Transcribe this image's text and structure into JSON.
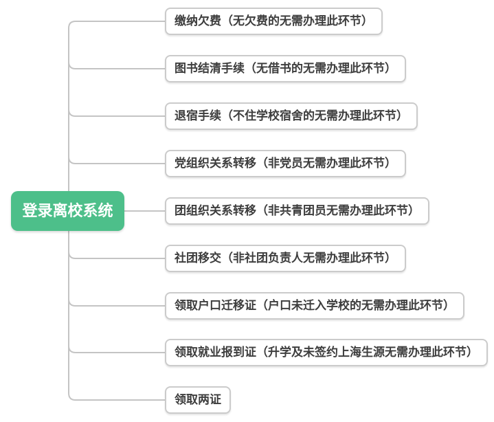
{
  "root": {
    "label": "登录离校系统"
  },
  "branches": [
    {
      "label": "缴纳欠费（无欠费的无需办理此环节）"
    },
    {
      "label": "图书结清手续（无借书的无需办理此环节）"
    },
    {
      "label": "退宿手续（不住学校宿舍的无需办理此环节）"
    },
    {
      "label": "党组织关系转移（非党员无需办理此环节）"
    },
    {
      "label": "团组织关系转移（非共青团员无需办理此环节）"
    },
    {
      "label": "社团移交（非社团负责人无需办理此环节）"
    },
    {
      "label": "领取户口迁移证（户口未迁入学校的无需办理此环节）"
    },
    {
      "label": "领取就业报到证（升学及未签约上海生源无需办理此环节）"
    },
    {
      "label": "领取两证"
    }
  ],
  "colors": {
    "accent_green": "#4dbf8a",
    "connector_gray": "#c4c4c4",
    "node_border_gray": "#cbcbcb",
    "node_text": "#3d3d3d"
  }
}
